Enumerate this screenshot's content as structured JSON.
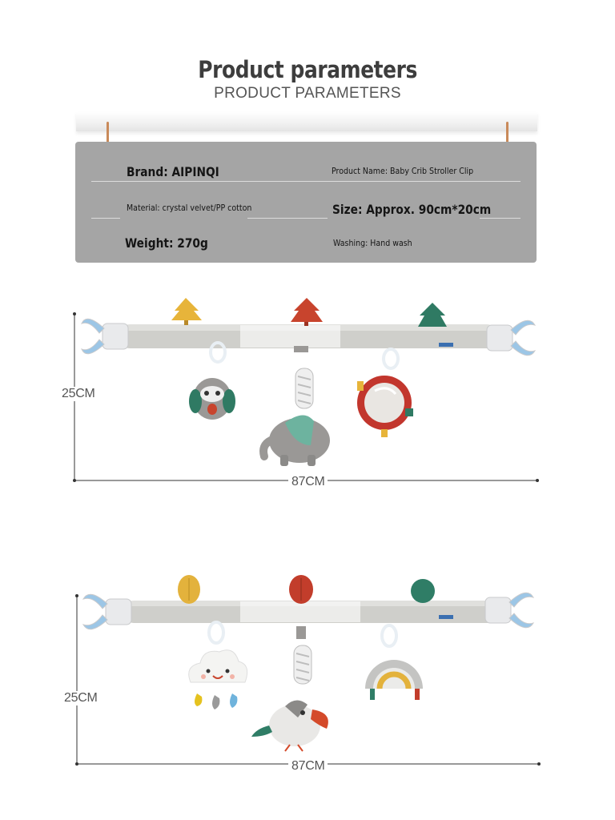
{
  "header": {
    "title": "Product parameters",
    "subtitle": "PRODUCT PARAMETERS"
  },
  "params": {
    "brand": "Brand: AIPINQI",
    "product_name": "Product Name: Baby Crib Stroller Clip",
    "material": "Material: crystal velvet/PP cotton",
    "size": "Size: Approx. 90cm*20cm",
    "weight": "Weight: 270g",
    "washing": "Washing: Hand wash"
  },
  "diagram1": {
    "height_label": "25CM",
    "width_label": "87CM",
    "toys": [
      "owl-toy",
      "elephant-toy",
      "mirror-toy"
    ],
    "leaf_colors": [
      "#e7b43a",
      "#c8442d",
      "#2f7a63"
    ]
  },
  "diagram2": {
    "height_label": "25CM",
    "width_label": "87CM",
    "toys": [
      "cloud-toy",
      "bird-toy",
      "rainbow-toy"
    ],
    "leaf_colors": [
      "#e3b23c",
      "#c23d2b",
      "#2f7d66"
    ]
  },
  "colors": {
    "panel": "#a5a5a5",
    "bar": "#cfcfcb",
    "bar_light": "#ececea",
    "clip_blue": "#9cc6e6"
  }
}
